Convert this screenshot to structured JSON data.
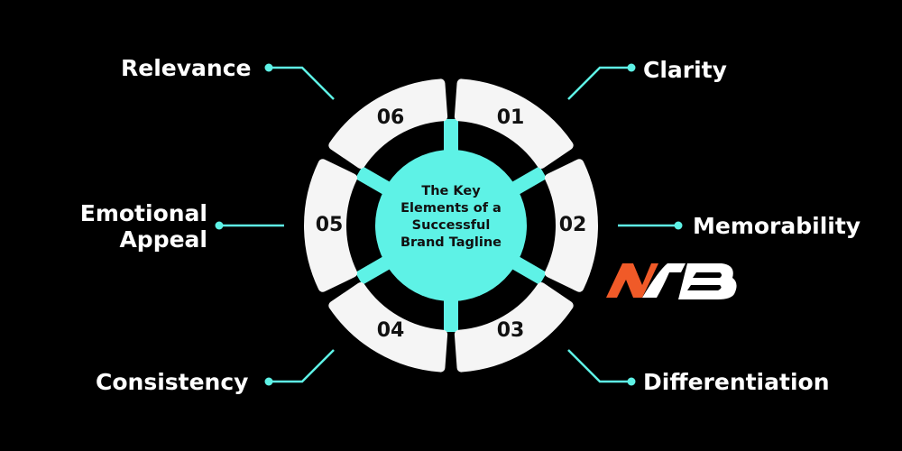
{
  "center_title": [
    "The Key",
    "Elements of a",
    "Successful",
    "Brand Tagline"
  ],
  "elements": [
    {
      "number": "01",
      "label": "Clarity"
    },
    {
      "number": "02",
      "label": "Memorability"
    },
    {
      "number": "03",
      "label": "Differentiation"
    },
    {
      "number": "04",
      "label": "Consistency"
    },
    {
      "number": "05",
      "label": "Emotional Appeal",
      "label_lines": [
        "Emotional",
        "Appeal"
      ]
    },
    {
      "number": "06",
      "label": "Relevance"
    }
  ],
  "logo_text": "NFB",
  "colors": {
    "accent": "#5ef2e6",
    "segment": "#f5f5f5",
    "background": "#000000",
    "logo_orange": "#f05a28"
  }
}
